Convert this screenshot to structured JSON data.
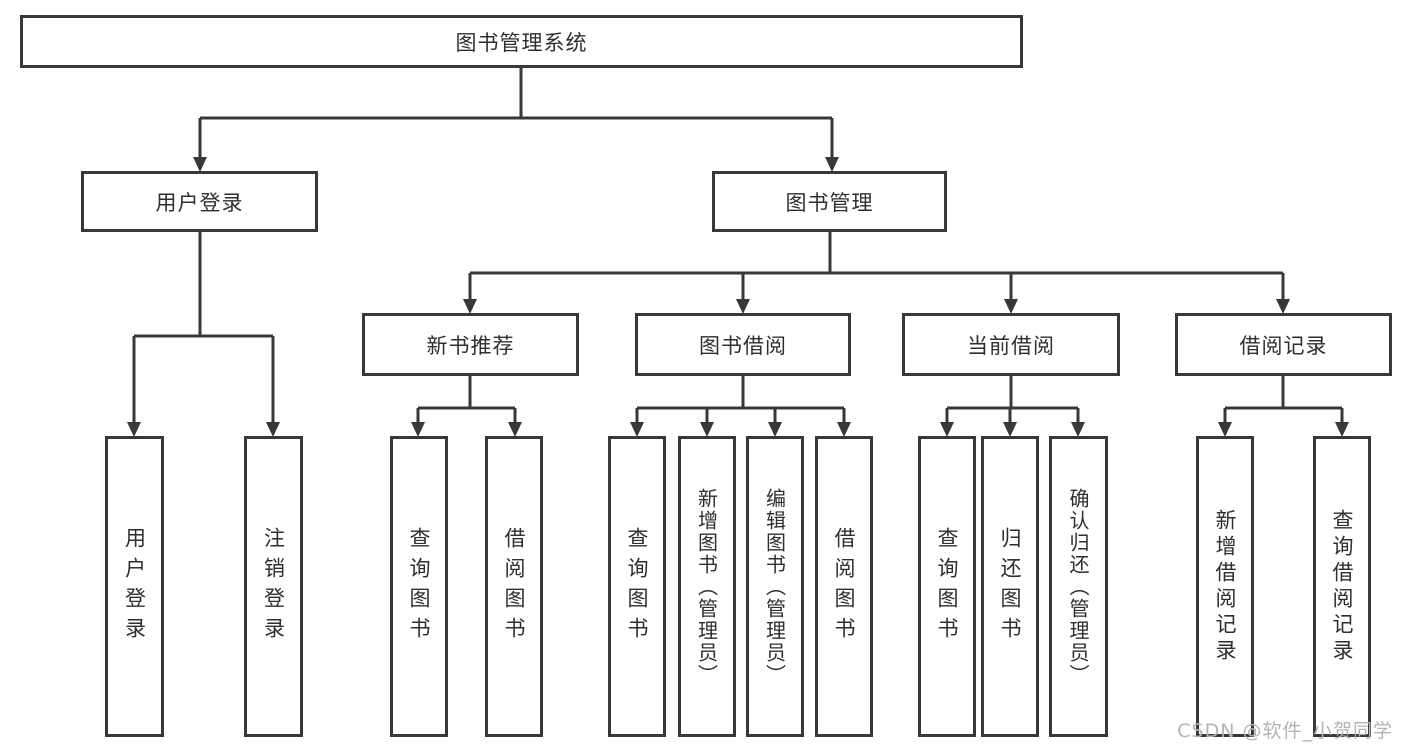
{
  "diagram_title": "图书管理系统",
  "tree": {
    "root": {
      "label": "图书管理系统",
      "children": [
        {
          "label": "用户登录",
          "children": [
            {
              "label": "用户登录"
            },
            {
              "label": "注销登录"
            }
          ]
        },
        {
          "label": "图书管理",
          "children": [
            {
              "label": "新书推荐",
              "children": [
                {
                  "label": "查询图书"
                },
                {
                  "label": "借阅图书"
                }
              ]
            },
            {
              "label": "图书借阅",
              "children": [
                {
                  "label": "查询图书"
                },
                {
                  "label": "新增图书（管理员）"
                },
                {
                  "label": "编辑图书（管理员）"
                },
                {
                  "label": "借阅图书"
                }
              ]
            },
            {
              "label": "当前借阅",
              "children": [
                {
                  "label": "查询图书"
                },
                {
                  "label": "归还图书"
                },
                {
                  "label": "确认归还（管理员）"
                }
              ]
            },
            {
              "label": "借阅记录",
              "children": [
                {
                  "label": "新增借阅记录"
                },
                {
                  "label": "查询借阅记录"
                }
              ]
            }
          ]
        }
      ]
    }
  },
  "watermark": "CSDN @软件_小贺同学",
  "colors": {
    "line": "#383838",
    "text": "#2f2f2f",
    "background": "#ffffff",
    "watermark": "#b4b4b4"
  }
}
